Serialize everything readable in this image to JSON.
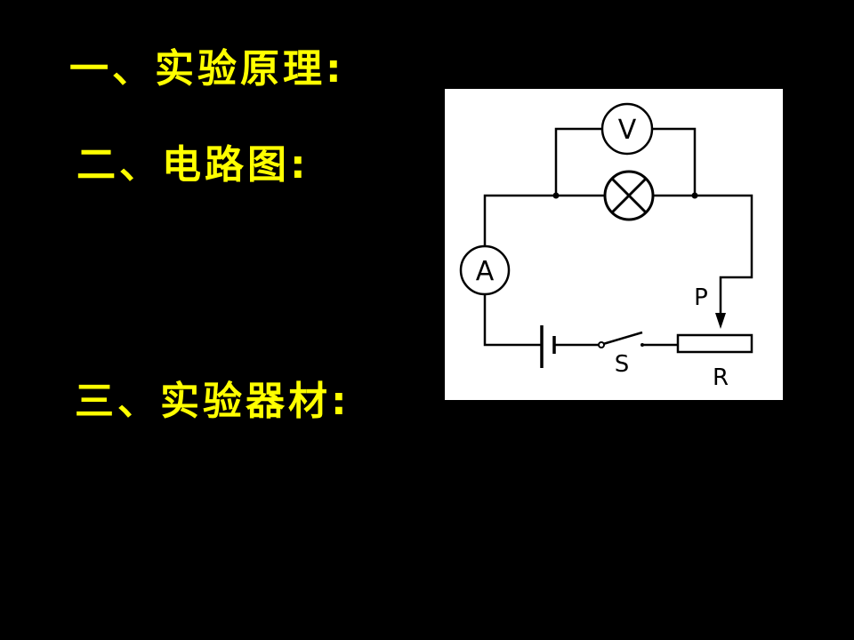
{
  "headings": {
    "principle": "一、实验原理:",
    "circuit": "二、电路图:",
    "equipment": "三、实验器材:"
  },
  "circuit": {
    "voltmeter_label": "V",
    "ammeter_label": "A",
    "switch_label": "S",
    "rheostat_label": "R",
    "slider_label": "P"
  },
  "colors": {
    "background": "#000000",
    "heading": "#ffff00",
    "diagram_background": "#ffffff",
    "wire": "#000000"
  }
}
